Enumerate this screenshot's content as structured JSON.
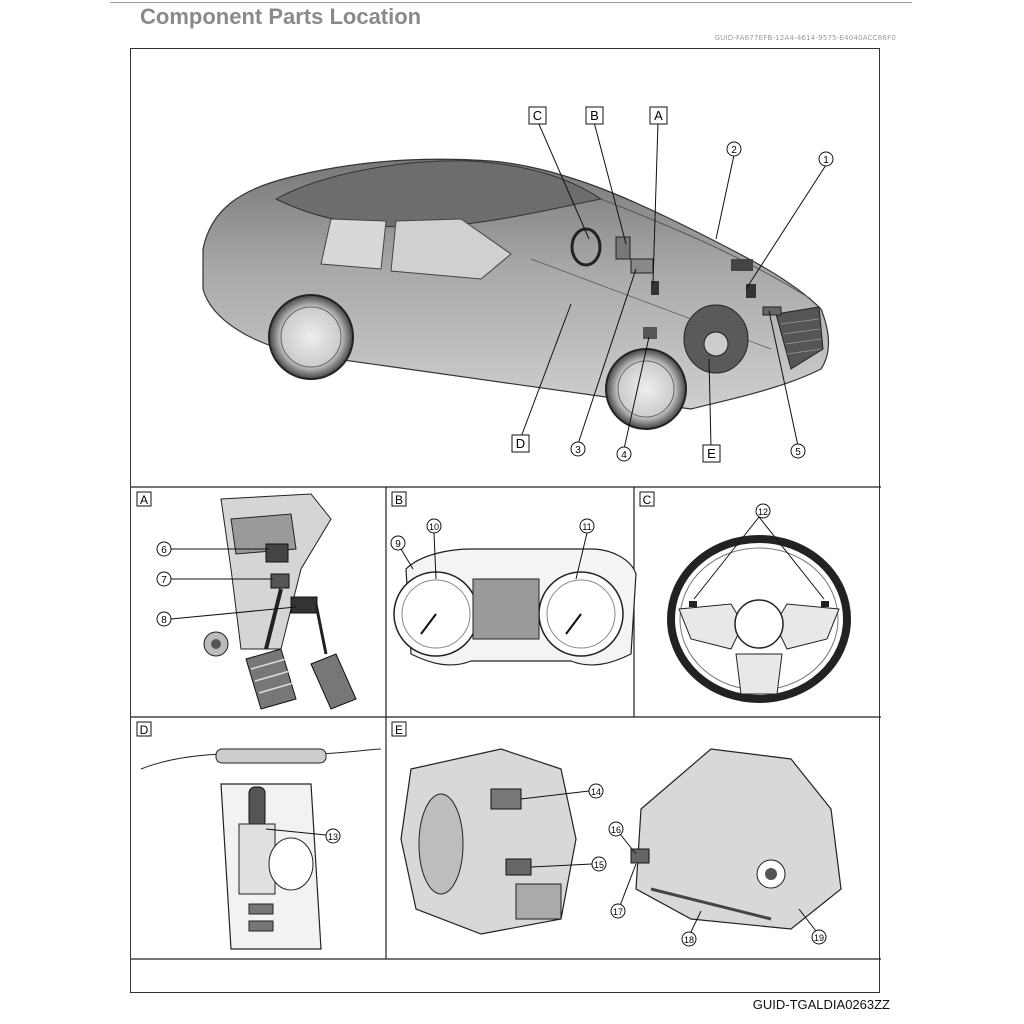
{
  "header": {
    "title": "Component Parts Location",
    "guid": "GUID-FA677EFB-12A4-4614-9575-E4040ACC86F0"
  },
  "footer": {
    "figure_id": "GUID-TGALDIA0263ZZ"
  },
  "callouts": {
    "overview_letters": [
      "C",
      "B",
      "A",
      "D",
      "E"
    ],
    "overview_numbers": [
      "1",
      "2",
      "3",
      "4",
      "5"
    ],
    "detail_numbers": [
      "6",
      "7",
      "8",
      "9",
      "10",
      "11",
      "12",
      "13",
      "14",
      "15",
      "16",
      "17",
      "18",
      "19"
    ]
  },
  "panels": [
    {
      "label": "A"
    },
    {
      "label": "B"
    },
    {
      "label": "C"
    },
    {
      "label": "D"
    },
    {
      "label": "E"
    }
  ],
  "colors": {
    "car_body": "#b9b9b9",
    "car_shadow": "#8c8c8c",
    "line": "#222222"
  }
}
